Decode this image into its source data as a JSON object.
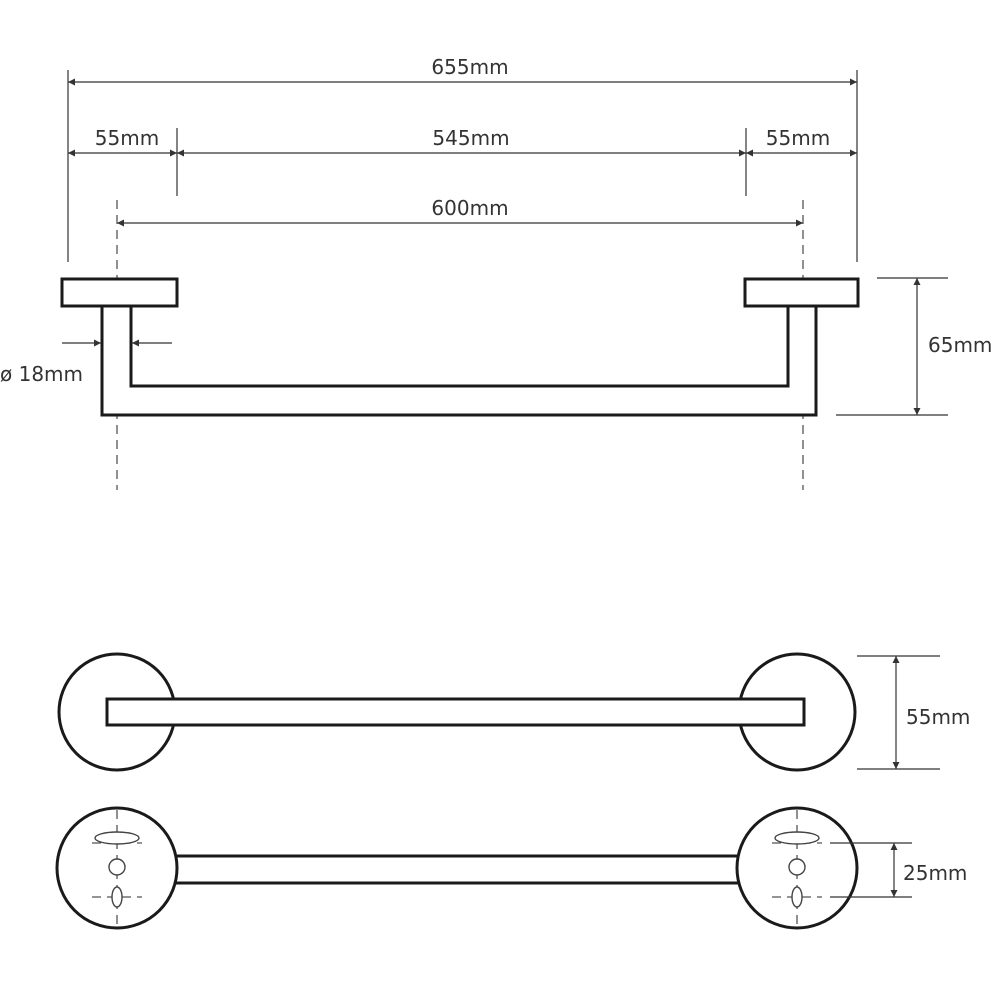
{
  "diagram": {
    "dimensions": {
      "overall_width": "655mm",
      "left_base": "55mm",
      "inner_span": "545mm",
      "right_base": "55mm",
      "mount_spacing": "600mm",
      "depth": "65mm",
      "bar_diameter": "ø 18mm",
      "plate_diameter": "55mm",
      "hole_spacing": "25mm"
    }
  }
}
